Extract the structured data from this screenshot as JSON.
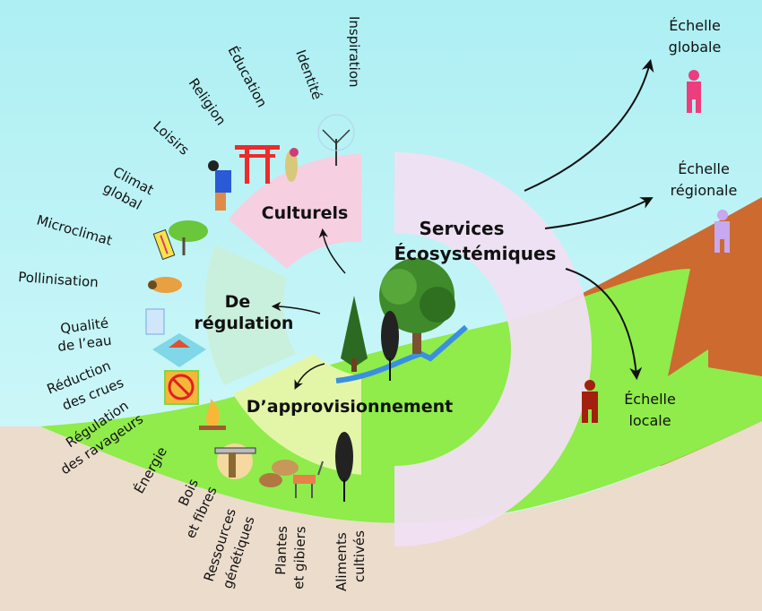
{
  "diagram": {
    "center": {
      "title_line1": "Services",
      "title_line2": "Écosystémiques"
    },
    "categories": {
      "cultural": {
        "label": "Culturels",
        "color": "#f6cfe0"
      },
      "regulation": {
        "label_line1": "De",
        "label_line2": "régulation",
        "color": "#c9f0dc"
      },
      "provisioning": {
        "label": "D’approvisionnement",
        "color": "#e3f6a8"
      }
    },
    "cultural_services": [
      "Inspiration",
      "Identité",
      "Éducation",
      "Religion",
      "Loisirs"
    ],
    "regulation_services": {
      "climat_global": [
        "Climat",
        "global"
      ],
      "microclimat": "Microclimat",
      "pollinisation": "Pollinisation",
      "qualite_eau": [
        "Qualité",
        "de l’eau"
      ],
      "reduction_crues": [
        "Réduction",
        "des crues"
      ],
      "regulation_ravageurs": [
        "Régulation",
        "des ravageurs"
      ]
    },
    "provisioning_services": {
      "energie": "Énergie",
      "bois_fibres": [
        "Bois",
        "et fibres"
      ],
      "ressources_genetiques": [
        "Ressources",
        "génétiques"
      ],
      "plantes_gibiers": [
        "Plantes",
        "et gibiers"
      ],
      "aliments_cultives": [
        "Aliments",
        "cultivés"
      ]
    },
    "scales": {
      "global": {
        "line1": "Échelle",
        "line2": "globale",
        "color": "#ec3d7c"
      },
      "regional": {
        "line1": "Échelle",
        "line2": "régionale",
        "color": "#c8a8ee"
      },
      "local": {
        "line1": "Échelle",
        "line2": "locale",
        "color": "#a3200e"
      }
    },
    "colors": {
      "sky": "#b4f2f4",
      "ground": "#ecdccc",
      "grass": "#8fec4a",
      "mountain": "#cc6a30",
      "outer_ring": "#f1dff3",
      "river": "#3a8fe0"
    }
  }
}
